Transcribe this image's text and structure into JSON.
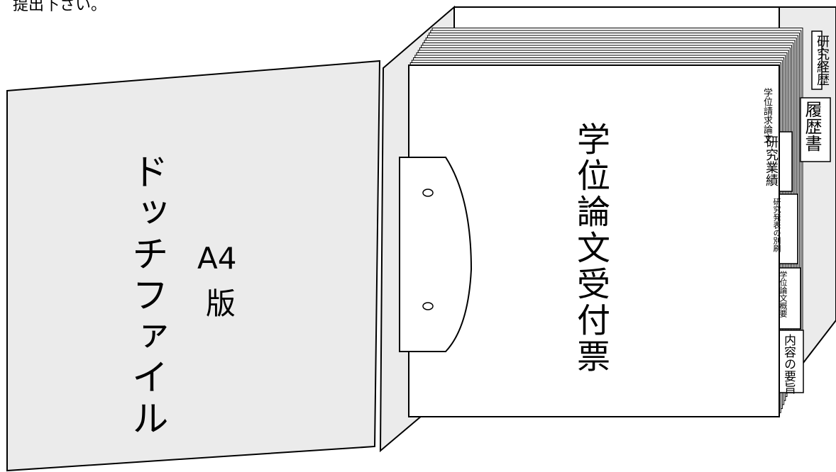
{
  "caption": "提出下さい。",
  "folder": {
    "title": "ドッチファイル",
    "size_label": "A4",
    "size_kanji": "版"
  },
  "main_sheet": {
    "title": "学位論文受付票"
  },
  "tabs": [
    {
      "label": "研究経歴"
    },
    {
      "label": "学位請求論文"
    },
    {
      "label": "履歴書"
    },
    {
      "label": "研究業績"
    },
    {
      "label": "研究発表の別刷"
    },
    {
      "label": "学位論文概要"
    },
    {
      "label": "内容の要旨"
    }
  ]
}
